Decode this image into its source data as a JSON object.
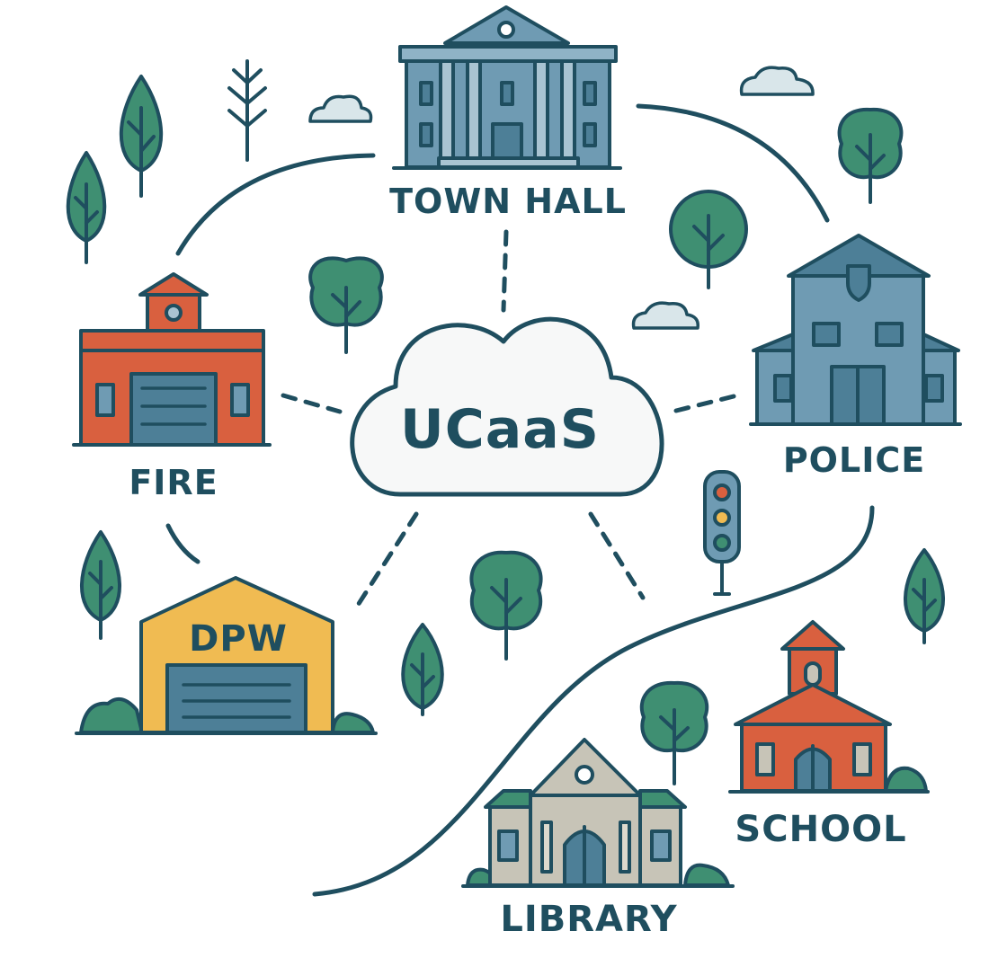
{
  "center": {
    "label": "UCaaS"
  },
  "buildings": {
    "town_hall": "TOWN HALL",
    "fire": "FIRE",
    "police": "POLICE",
    "dpw": "DPW",
    "school": "SCHOOL",
    "library": "LIBRARY"
  },
  "colors": {
    "outline": "#1f4e5f",
    "civic_blue": "#6f9bb3",
    "fire_red": "#d9603f",
    "dpw_yellow": "#f0bb52",
    "library_gray": "#c7c4b7",
    "tree_green": "#3f8f72",
    "cloud_fill": "#f7f8f8"
  }
}
